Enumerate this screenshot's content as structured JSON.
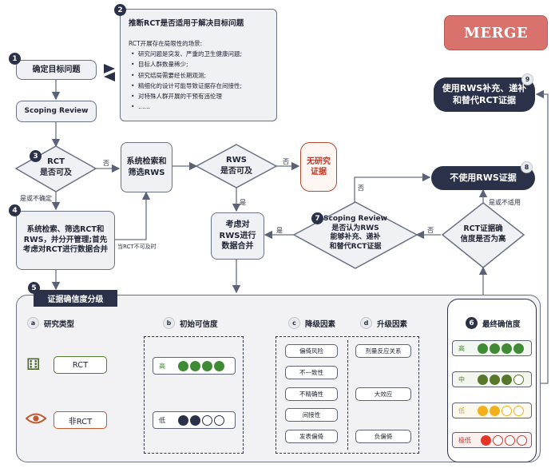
{
  "merge_label": "MERGE",
  "steps": {
    "s1": {
      "num": "1",
      "label": "确定目标问题"
    },
    "scoping": {
      "label": "Scoping Review"
    },
    "s2": {
      "num": "2",
      "title": "推断RCT是否适用于解决目标问题",
      "subtitle": "RCT开展存在局限性的场景:",
      "items": [
        "研究问题是突发、严重的卫生健康问题;",
        "目标人群数量稀少;",
        "研究结局需要经长期观测;",
        "精细化的设计可能导致证据存在间接性;",
        "对特殊人群开展的干预有违伦理",
        "……"
      ]
    },
    "s3": {
      "num": "3",
      "line1": "RCT",
      "line2": "是否可及"
    },
    "search": {
      "label": "系统检索和筛选RWS"
    },
    "rws_q": {
      "line1": "RWS",
      "line2": "是否可及"
    },
    "no_evidence": {
      "label": "无研究证据"
    },
    "s4": {
      "num": "4",
      "label": "系统检索、筛选RCT和RWS，并分开管理;首先考虑对RCT进行数据合并"
    },
    "consider": {
      "label": "考虑对RWS进行数据合并"
    },
    "s7": {
      "num": "7",
      "line1": "Scoping Review",
      "line2": "是否认为RWS",
      "line3": "能够补充、递补",
      "line4": "和替代RCT证据"
    },
    "s8": {
      "num": "8",
      "label": "不使用RWS证据"
    },
    "s9": {
      "num": "9",
      "label": "使用RWS补充、递补和替代RCT证据"
    },
    "rct_q": {
      "line1": "RCT证据确",
      "line2": "信度是否为高"
    }
  },
  "edge_labels": {
    "no_rct": "否",
    "unsure": "是或不确定",
    "rws_no": "否",
    "rws_yes": "是",
    "not_available": "当RCT不可及时",
    "s7_yes": "是",
    "s7_no": "否",
    "rct_no": "否",
    "unsuitable": "是或不适用"
  },
  "grading": {
    "num": "5",
    "title": "证据确信度分级",
    "a": {
      "num": "a",
      "title": "研究类型",
      "rct": "RCT",
      "non_rct": "非RCT"
    },
    "b": {
      "num": "b",
      "title": "初始可信度",
      "high": "高",
      "low": "低"
    },
    "c": {
      "num": "c",
      "title": "降级因素",
      "items": [
        "偏倚风险",
        "不一致性",
        "不精确性",
        "间接性",
        "发表偏倚"
      ]
    },
    "d": {
      "num": "d",
      "title": "升级因素",
      "items": [
        "剂量反应关系",
        "大效应",
        "负偏倚"
      ]
    },
    "six": {
      "num": "6",
      "title": "最终确信度",
      "levels": [
        "高",
        "中",
        "低",
        "极低"
      ]
    }
  },
  "colors": {
    "navy": "#2b3148",
    "green": "#3f8a34",
    "olive": "#57782b",
    "amber": "#f1b01c",
    "red": "#e4352b",
    "merge_bg": "#d9716c",
    "no_evidence_border": "#b04a30"
  }
}
